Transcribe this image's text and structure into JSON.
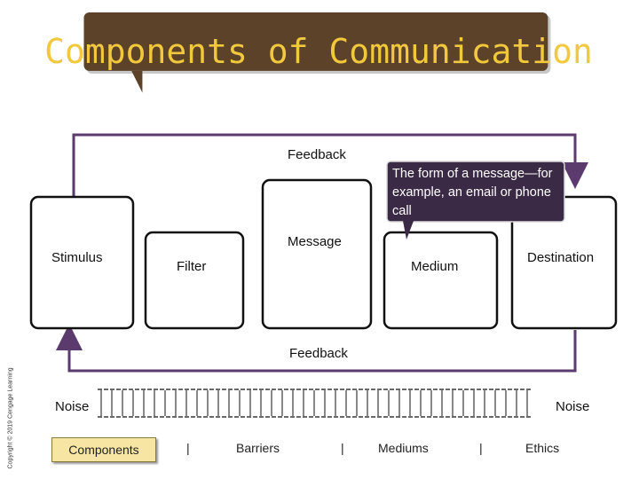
{
  "slide": {
    "title": "Components of Communication",
    "callout": "The form of a message—for example, an email or phone call",
    "copyright": "Copyright © 2019 Cengage Learning"
  },
  "diagram": {
    "feedback_top": "Feedback",
    "feedback_bottom": "Feedback",
    "nodes": {
      "stimulus": "Stimulus",
      "filter": "Filter",
      "message": "Message",
      "medium": "Medium",
      "destination": "Destination"
    },
    "noise_left": "Noise",
    "noise_right": "Noise"
  },
  "nav": {
    "components": "Components",
    "sep1": "|",
    "barriers": "Barriers",
    "sep2": "|",
    "mediums": "Mediums",
    "sep3": "|",
    "ethics": "Ethics"
  },
  "colors": {
    "banner": "#5b4228",
    "title": "#f2c93c",
    "accent": "#5b3a6e",
    "callout": "#3b2a46"
  }
}
